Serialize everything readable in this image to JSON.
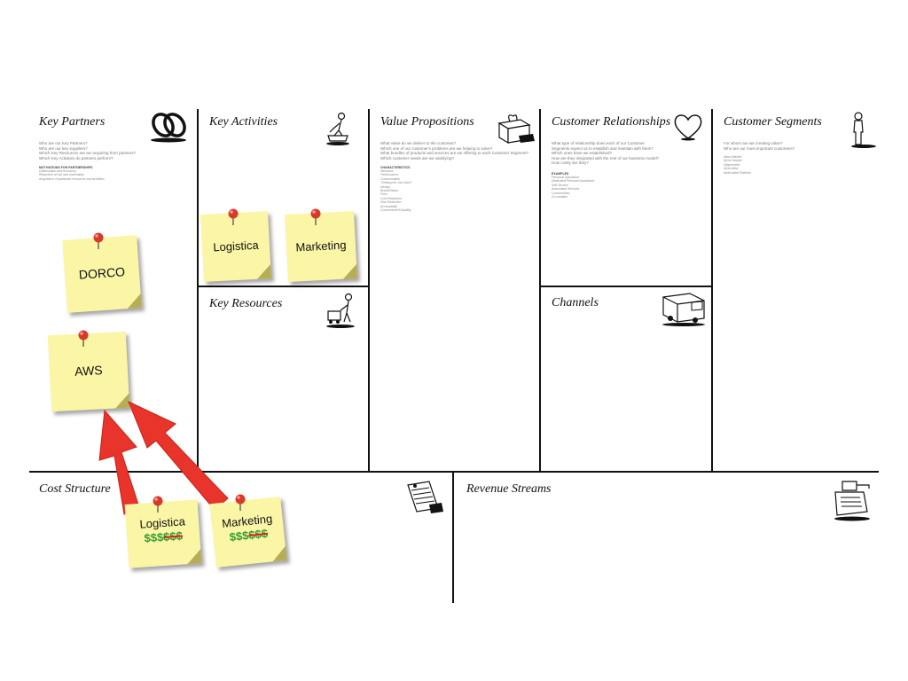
{
  "canvas": {
    "blocks": {
      "key_partners": {
        "title": "Key Partners",
        "questions": [
          "Who are our Key Partners?",
          "Who are our key suppliers?",
          "Which Key Resources are we acquiring from partners?",
          "Which Key Activities do partners perform?"
        ],
        "subhead": "MOTIVATIONS FOR PARTNERSHIPS",
        "examples": [
          "Optimization and economy",
          "Reduction of risk and uncertainty",
          "Acquisition of particular resources and activities"
        ]
      },
      "key_activities": {
        "title": "Key Activities"
      },
      "key_resources": {
        "title": "Key Resources"
      },
      "value_propositions": {
        "title": "Value Propositions",
        "questions": [
          "What value do we deliver to the customer?",
          "Which one of our customer's problems are we helping to solve?",
          "What bundles of products and services are we offering to each Customer Segment?",
          "Which customer needs are we satisfying?"
        ],
        "subhead": "CHARACTERISTICS",
        "examples": [
          "Newness",
          "Performance",
          "Customization",
          "\"Getting the Job Done\"",
          "Design",
          "Brand/Status",
          "Price",
          "Cost Reduction",
          "Risk Reduction",
          "Accessibility",
          "Convenience/Usability"
        ]
      },
      "customer_relationships": {
        "title": "Customer Relationships",
        "questions": [
          "What type of relationship does each of our Customer",
          "Segments expect us to establish and maintain with them?",
          "Which ones have we established?",
          "How are they integrated with the rest of our business model?",
          "How costly are they?"
        ],
        "subhead": "EXAMPLES",
        "examples": [
          "Personal assistance",
          "Dedicated Personal Assistance",
          "Self-Service",
          "Automated Services",
          "Communities",
          "Co-creation"
        ]
      },
      "channels": {
        "title": "Channels"
      },
      "customer_segments": {
        "title": "Customer Segments",
        "questions": [
          "For whom are we creating value?",
          "Who are our most important customers?"
        ],
        "examples": [
          "Mass Market",
          "Niche Market",
          "Segmented",
          "Diversified",
          "Multi-sided Platform"
        ]
      },
      "cost_structure": {
        "title": "Cost Structure"
      },
      "revenue_streams": {
        "title": "Revenue Streams"
      }
    },
    "icons": {
      "key_partners": "chain-links-icon",
      "key_activities": "person-working-icon",
      "key_resources": "person-with-cart-icon",
      "value_propositions": "gift-box-icon",
      "customer_relationships": "heart-icon",
      "channels": "delivery-truck-icon",
      "customer_segments": "person-standing-icon",
      "cost_structure": "price-tag-icon",
      "revenue_streams": "cash-register-icon",
      "pin": "push-pin-icon"
    }
  },
  "notes": {
    "logistica_activity": {
      "label": "Logistica"
    },
    "marketing_activity": {
      "label": "Marketing"
    },
    "dorco": {
      "label": "DORCO"
    },
    "aws": {
      "label": "AWS"
    },
    "logistica_cost": {
      "label": "Logistica",
      "price_kept": "$$$",
      "price_struck": "$$$"
    },
    "marketing_cost": {
      "label": "Marketing",
      "price_kept": "$$$",
      "price_struck": "$$$"
    }
  },
  "colors": {
    "note": "#fbf6a6",
    "pin": "#d83a2a",
    "arrow": "#e8342a",
    "price": "#2f9e2f",
    "grid_line": "#111111"
  }
}
